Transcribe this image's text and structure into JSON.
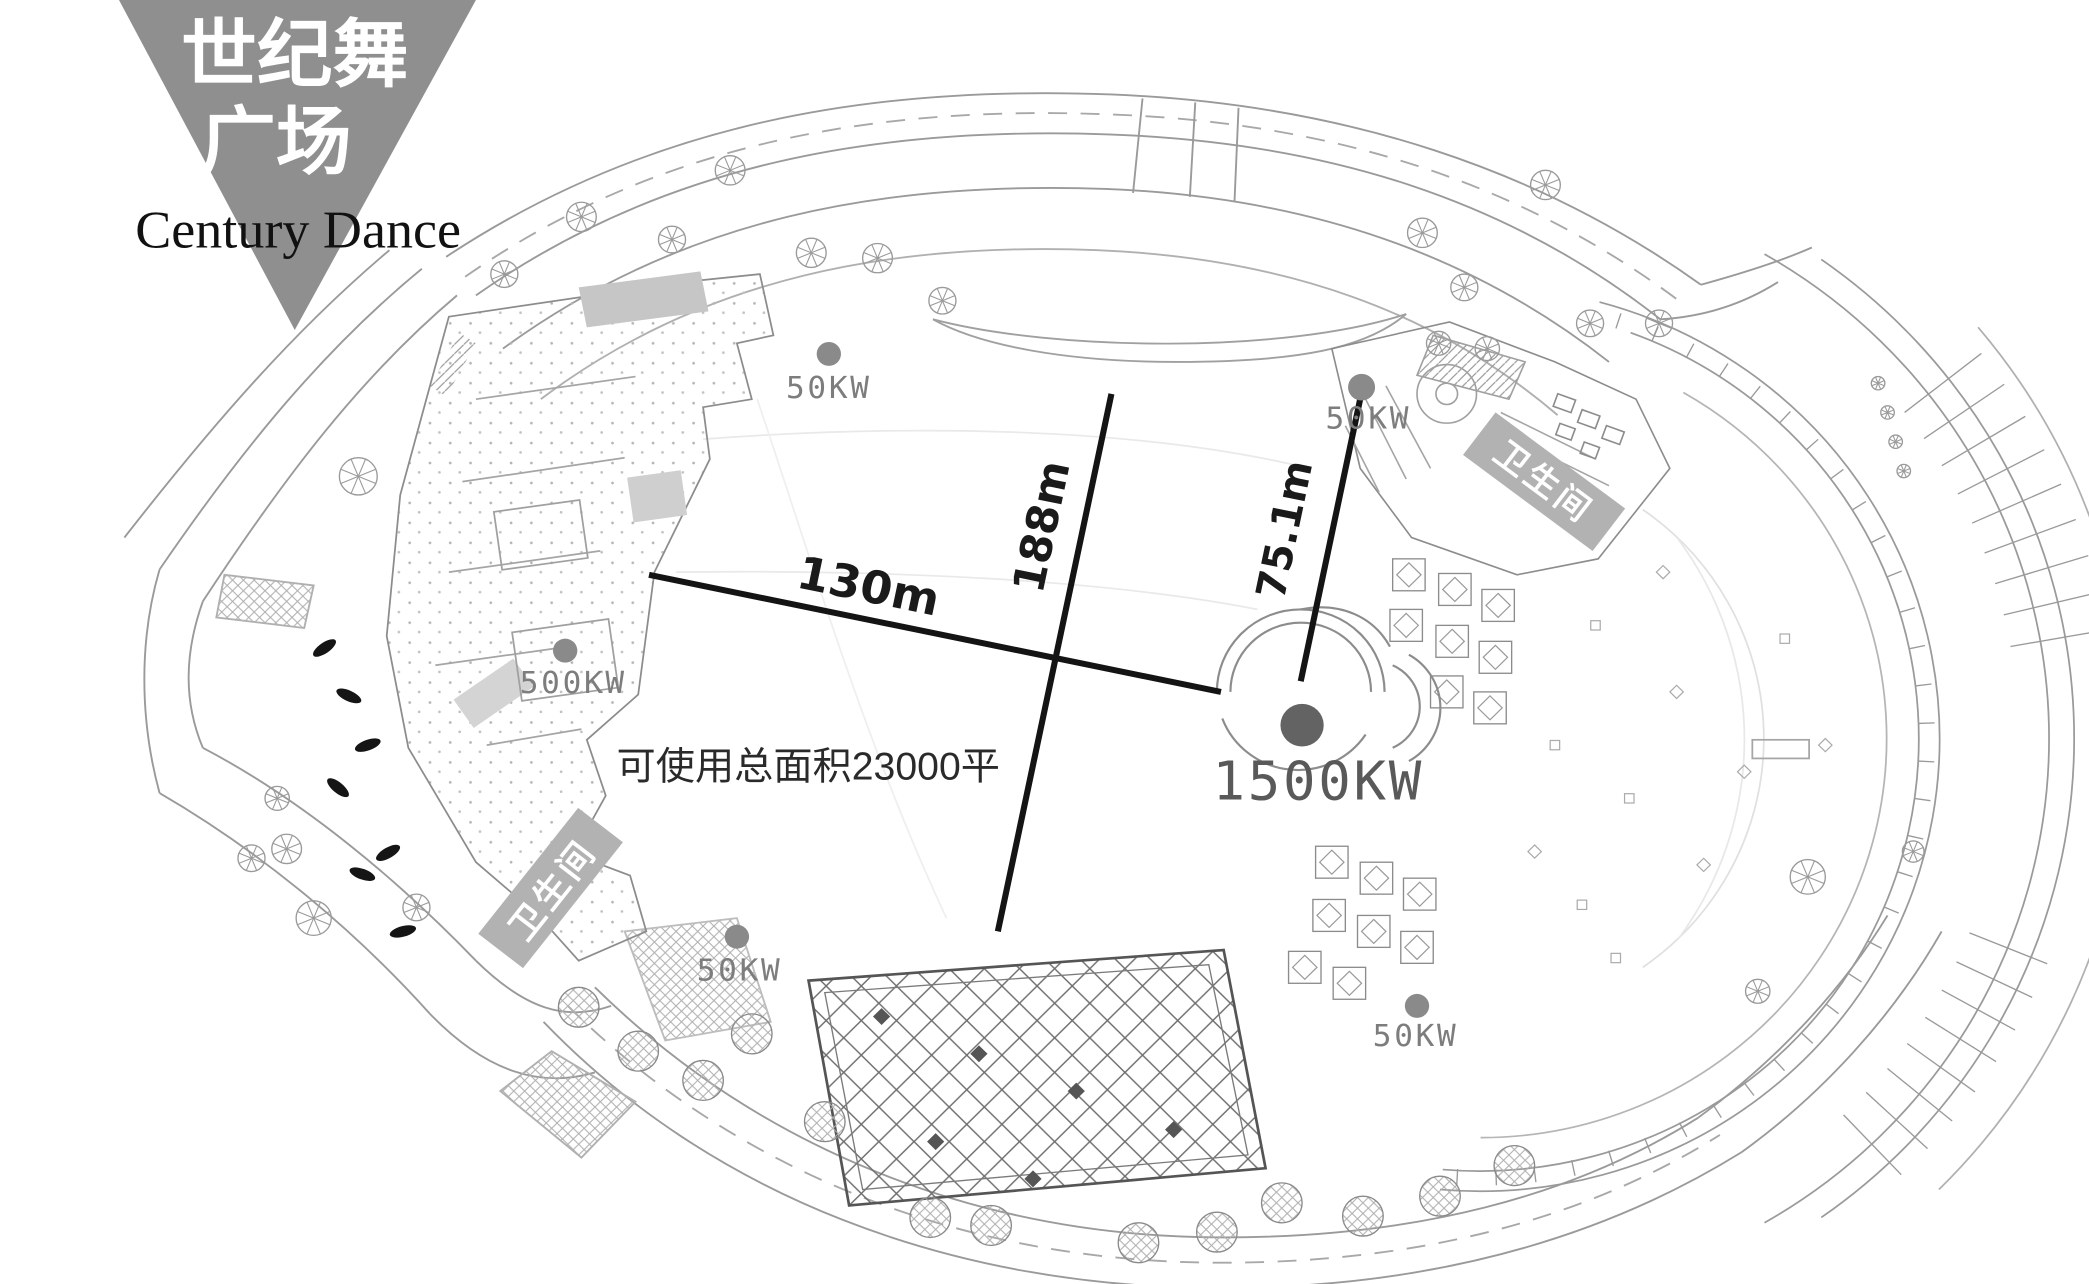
{
  "logo": {
    "title_line1": "世纪舞",
    "title_line2": "广场",
    "subtitle": "Century Dance"
  },
  "dimensions": {
    "width": "130m",
    "depth": "188m",
    "radius": "75.1m"
  },
  "power": {
    "top_left": "50KW",
    "top_right": "50KW",
    "west": "500KW",
    "bottom_left": "50KW",
    "bottom_right": "50KW",
    "main": "1500KW"
  },
  "notes": {
    "usable_area": "可使用总面积23000平"
  },
  "facility": {
    "restroom": "卫生间"
  },
  "colors": {
    "logo_triangle": "#8f8f8f",
    "dimension_line": "#141414",
    "power_dot": "#8a8a8a",
    "power_dot_main": "#636363",
    "power_text": "#7d7d7d",
    "restroom_band": "#b2b2b2"
  }
}
